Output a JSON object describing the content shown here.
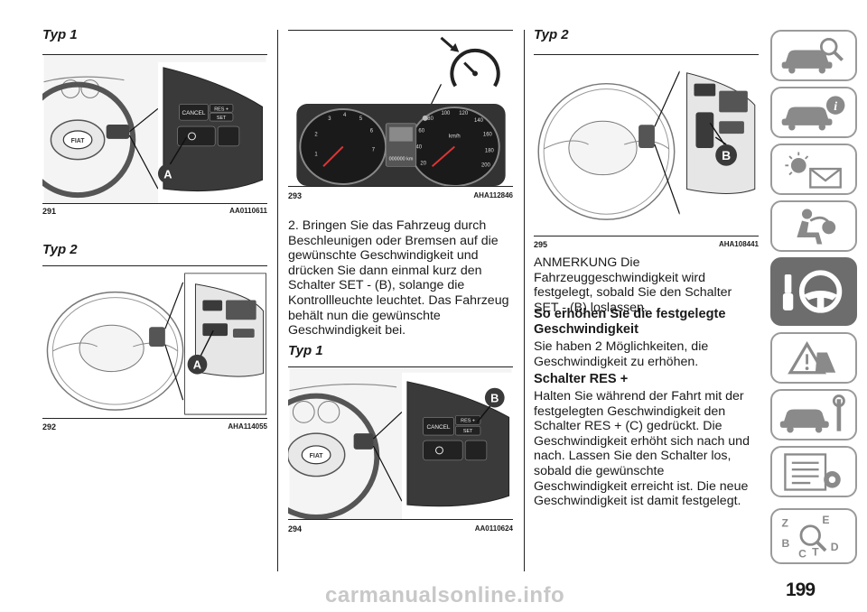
{
  "left_column": {
    "typ1_heading": "Typ 1",
    "fig291": {
      "number": "291",
      "code": "AA0110611",
      "callout": "A",
      "button_cancel": "CANCEL",
      "button_res": "RES +",
      "button_set": "SET",
      "logo": "FIAT"
    },
    "typ2_heading": "Typ 2",
    "fig292": {
      "number": "292",
      "code": "AHA114055",
      "callout": "A"
    }
  },
  "middle_column": {
    "fig293": {
      "number": "293",
      "code": "AHA112846",
      "odometer": "000000 km",
      "speed_unit": "km/h"
    },
    "paragraph": "2. Bringen Sie das Fahrzeug durch Beschleunigen oder Bremsen auf die gewünschte Geschwindigkeit und drücken Sie dann einmal kurz den Schalter SET - (B), solange die Kontrollleuchte leuchtet. Das Fahrzeug behält nun die gewünschte Geschwindigkeit bei.",
    "typ1_heading": "Typ 1",
    "fig294": {
      "number": "294",
      "code": "AA0110624",
      "callout": "B",
      "button_cancel": "CANCEL",
      "button_res": "RES +",
      "button_set": "SET",
      "logo": "FIAT"
    }
  },
  "right_column": {
    "typ2_heading": "Typ 2",
    "fig295": {
      "number": "295",
      "code": "AHA108441",
      "callout": "B"
    },
    "note": "ANMERKUNG  Die Fahrzeuggeschwindigkeit wird festgelegt, sobald Sie den Schalter SET - (B) loslassen.",
    "section_title": "So erhöhen Sie die festgelegte Geschwindigkeit",
    "section_intro": "Sie haben 2 Möglichkeiten, die Geschwindigkeit zu erhöhen.",
    "sub_title": "Schalter RES +",
    "sub_text": "Halten Sie während der Fahrt mit der festgelegten Geschwindigkeit den Schalter RES + (C) gedrückt. Die Geschwindigkeit erhöht sich nach und nach. Lassen Sie den Schalter los, sobald die gewünschte Geschwindigkeit erreicht ist. Die neue Geschwindigkeit ist damit festgelegt."
  },
  "side_tabs": [
    "car-magnifier-icon",
    "car-info-icon",
    "warning-lights-icon",
    "airbag-seat-icon",
    "steering-key-icon",
    "warning-triangle-icon",
    "car-wrench-icon",
    "spec-list-icon",
    "index-magnifier-icon"
  ],
  "active_tab_index": 4,
  "page_number": "199",
  "watermark": "carmanualsonline.info",
  "colors": {
    "active_tab": "#6d6d6d",
    "tab_border": "#9a9a9a",
    "panel_dark": "#3a3a3a"
  }
}
